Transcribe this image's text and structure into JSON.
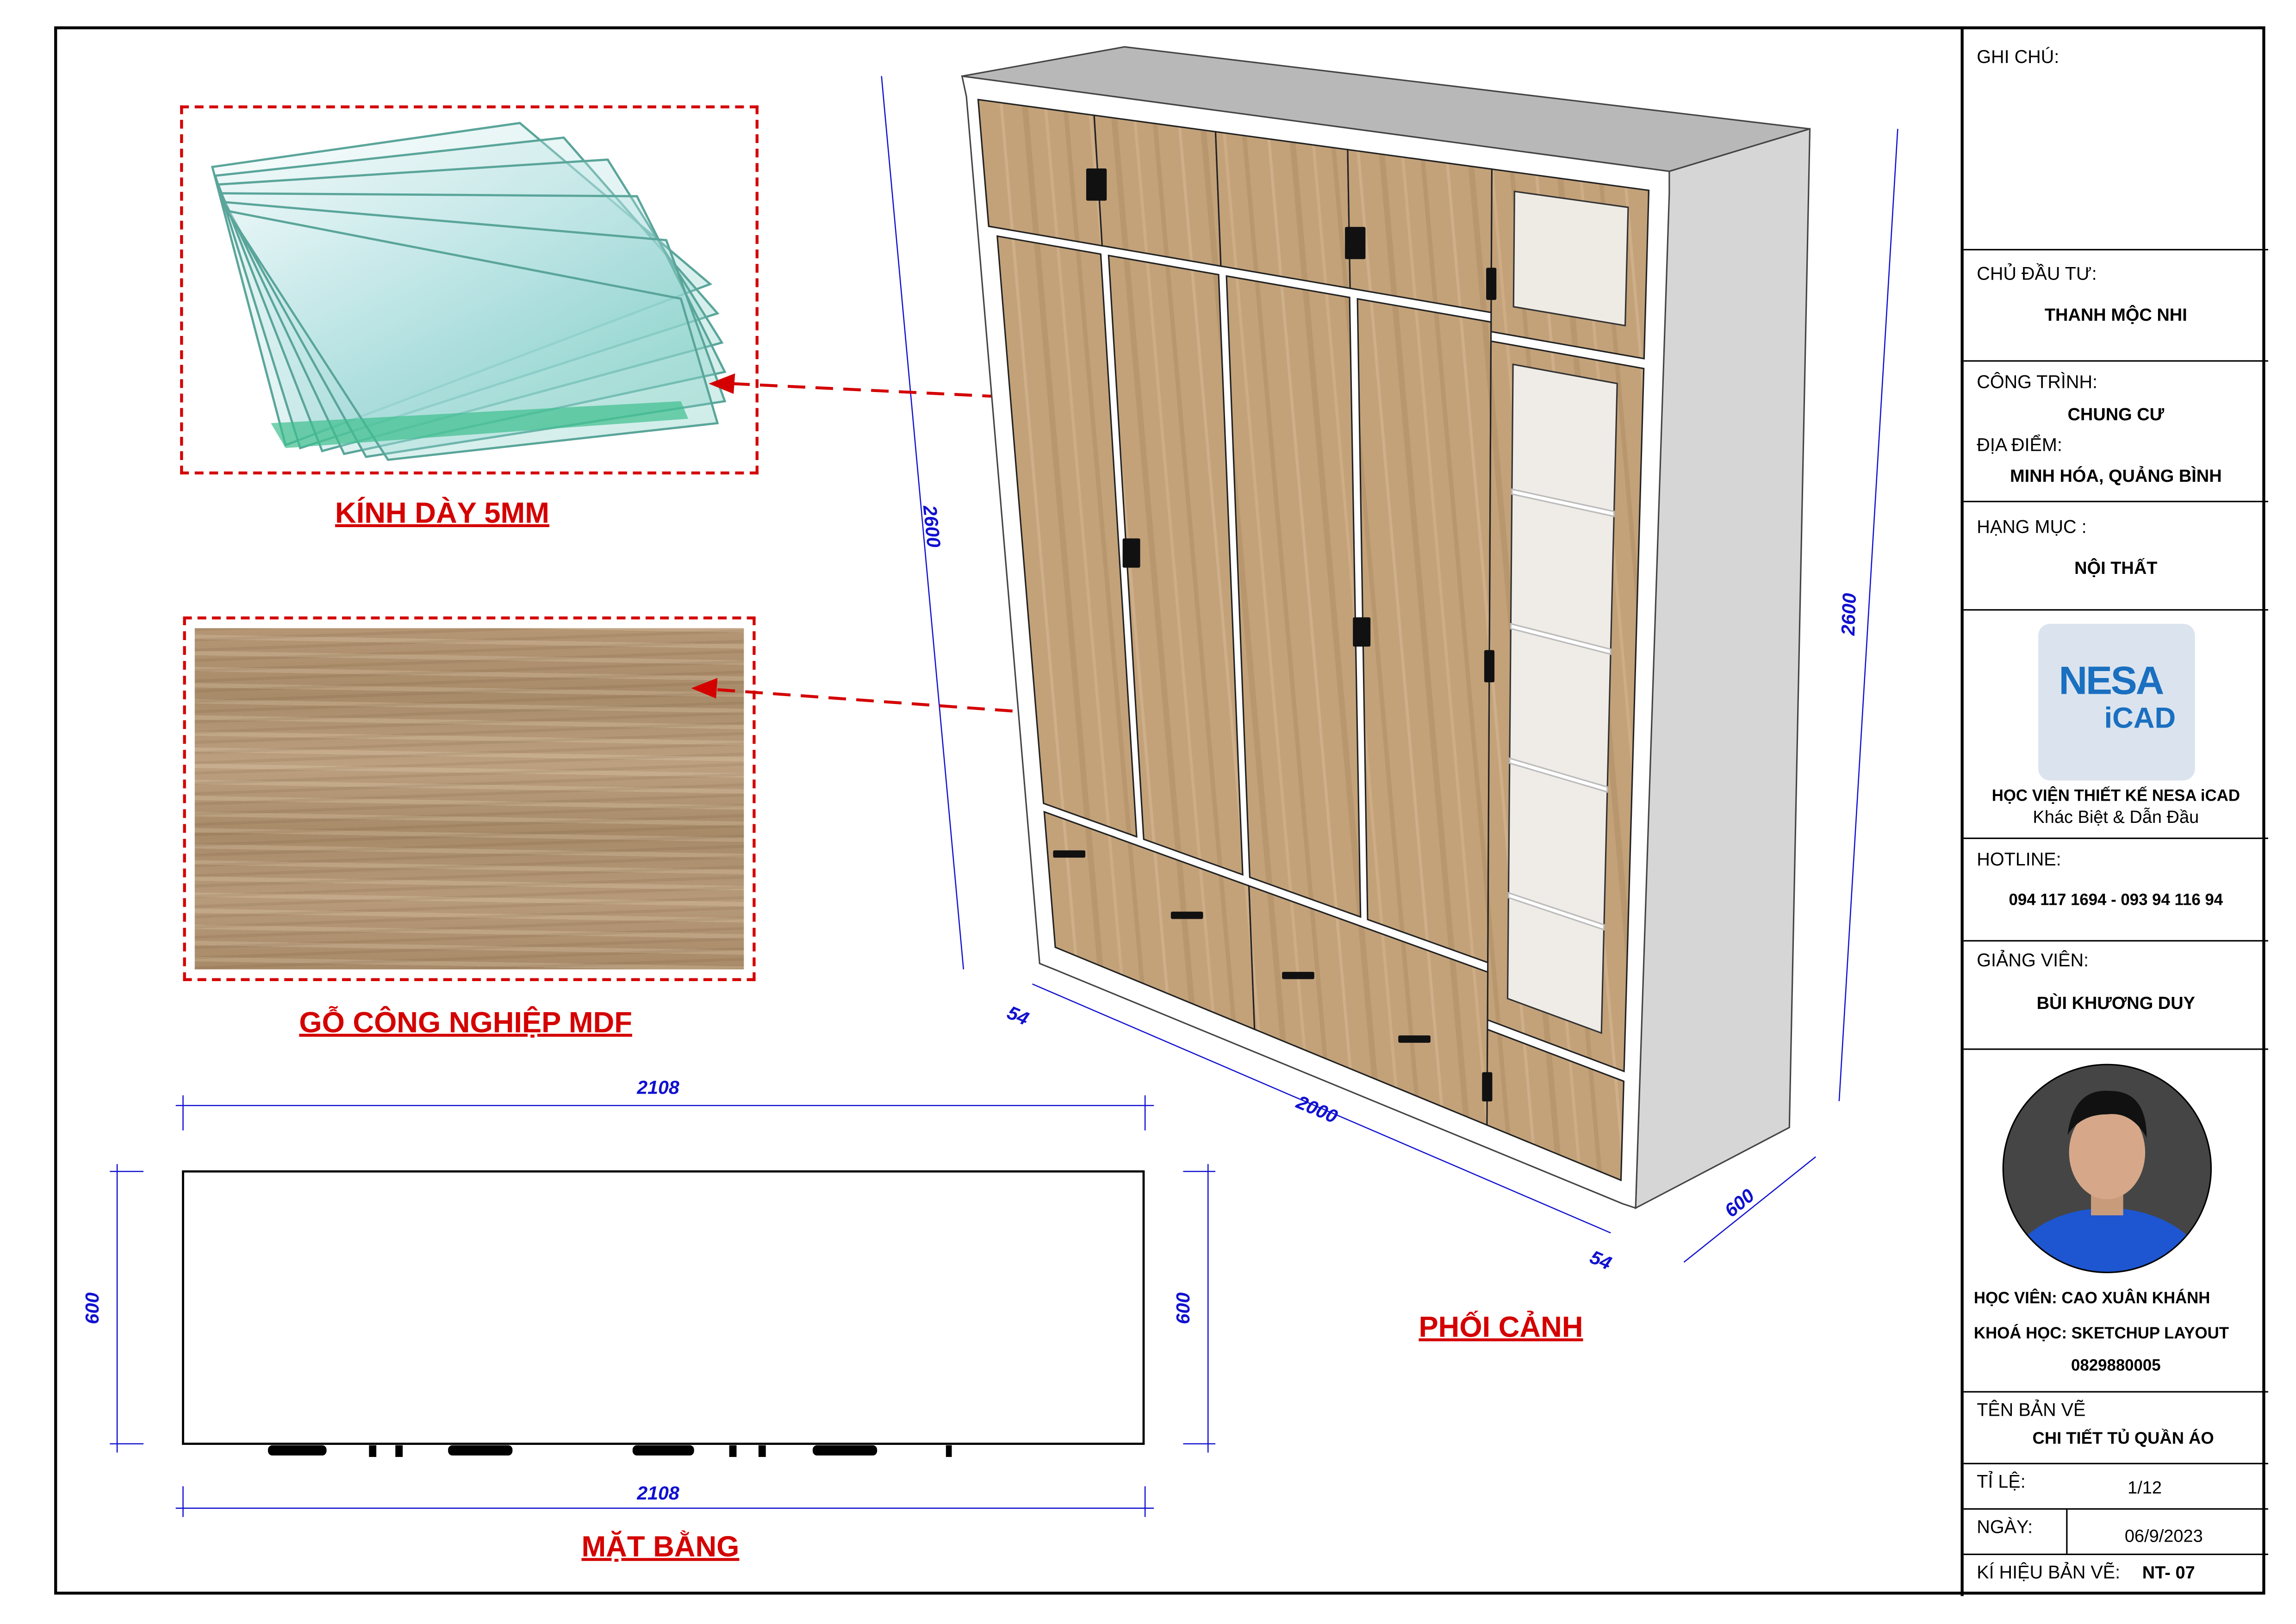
{
  "materials": {
    "glass_label": "KÍNH DÀY 5MM",
    "mdf_label": "GỖ CÔNG NGHIỆP MDF"
  },
  "views": {
    "plan_title": "MẶT BẰNG",
    "perspective_title": "PHỐI CẢNH"
  },
  "dimensions": {
    "plan_width_top": "2108",
    "plan_width_bottom": "2108",
    "plan_depth_left": "600",
    "plan_depth_right": "600",
    "height_left": "2600",
    "height_right": "2600",
    "width": "2000",
    "depth": "600",
    "panel_left": "54",
    "panel_right": "54"
  },
  "title_block": {
    "notes_label": "GHI CHÚ:",
    "owner_label": "CHỦ ĐẦU TƯ:",
    "owner": "THANH MỘC NHI",
    "project_label": "CÔNG TRÌNH:",
    "project": "CHUNG CƯ",
    "location_label": "ĐỊA ĐIỂM:",
    "location": "MINH HÓA, QUẢNG BÌNH",
    "category_label": "HẠNG MỤC :",
    "category": "NỘI THẤT",
    "logo_line1": "NESA",
    "logo_line2": "iCAD",
    "academy": "HỌC VIỆN THIẾT KẾ NESA iCAD",
    "slogan": "Khác Biệt & Dẫn Đầu",
    "hotline_label": "HOTLINE:",
    "hotline": "094 117 1694 - 093 94 116 94",
    "lecturer_label": "GIẢNG VIÊN:",
    "lecturer": "BÙI KHƯƠNG DUY",
    "student": "HỌC VIÊN: CAO XUÂN KHÁNH",
    "course": "KHOÁ HỌC: SKETCHUP LAYOUT",
    "student_phone": "0829880005",
    "drawing_name_label": "TÊN BẢN VẼ",
    "drawing_name": "CHI TIẾT TỦ QUẦN ÁO",
    "scale_label": "TỈ LỆ:",
    "scale": "1/12",
    "date_label": "NGÀY:",
    "date": "06/9/2023",
    "code_label": "KÍ HIỆU BẢN VẼ:",
    "code": "NT- 07"
  },
  "colors": {
    "annotation_red": "#d40000",
    "dimension_blue": "#1010d0",
    "wood": "#b8976f",
    "logo_blue": "#1a6fc0"
  }
}
